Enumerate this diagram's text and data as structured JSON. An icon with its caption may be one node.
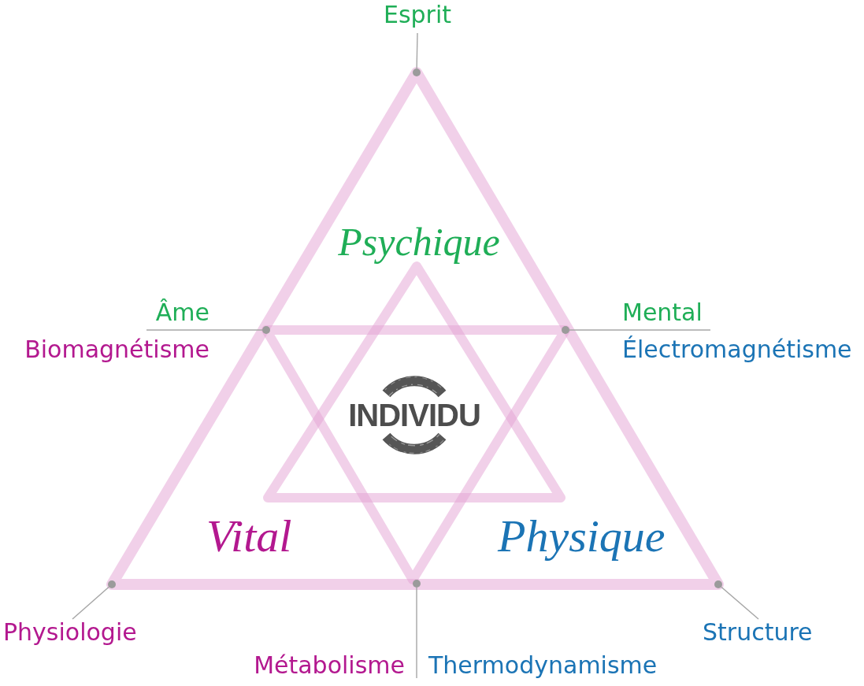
{
  "diagram": {
    "nodes": [
      {
        "text": [
          "Esprit"
        ]
      },
      {
        "text": [],
        "shape": "circle"
      },
      {
        "text": [
          "Âme",
          "Biomagnétisme"
        ]
      },
      {
        "text": [],
        "shape": "circle"
      },
      {
        "text": [
          "Mental",
          "Électromagnétisme"
        ]
      },
      {
        "text": [],
        "shape": "circle"
      },
      {
        "text": [
          "INDIVIDU"
        ]
      },
      {
        "text": [],
        "shape": "circle"
      },
      {
        "text": [],
        "shape": "circle"
      },
      {
        "text": [],
        "shape": "circle"
      },
      {
        "text": [
          "Physiologie"
        ]
      },
      {
        "text": [
          "Métabolisme",
          "Thermodynamisme"
        ]
      },
      {
        "text": [
          "Structure"
        ]
      }
    ],
    "edges": [
      {
        "from": 0,
        "to": 1,
        "arrow": "none"
      },
      {
        "from": 2,
        "to": 3,
        "arrow": "none"
      },
      {
        "from": 4,
        "to": 5,
        "arrow": "none"
      },
      {
        "from": 10,
        "to": 7,
        "arrow": "none"
      },
      {
        "from": 11,
        "to": 8,
        "arrow": "none"
      },
      {
        "from": 12,
        "to": 9,
        "arrow": "none"
      }
    ],
    "labels": [
      "Psychique",
      "Vital",
      "Physique"
    ]
  }
}
